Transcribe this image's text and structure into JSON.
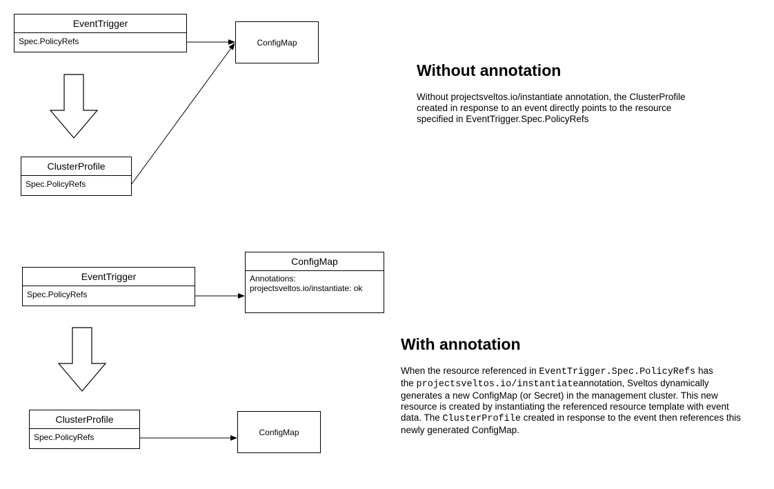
{
  "top": {
    "event_trigger": {
      "title": "EventTrigger",
      "field": "Spec.PolicyRefs"
    },
    "cluster_profile": {
      "title": "ClusterProfile",
      "field": "Spec.PolicyRefs"
    },
    "configmap": {
      "label": "ConfigMap"
    }
  },
  "bottom": {
    "event_trigger": {
      "title": "EventTrigger",
      "field": "Spec.PolicyRefs"
    },
    "configmap_template": {
      "title": "ConfigMap",
      "annotations_label": "Annotations:",
      "annotation": "projectsveltos.io/instantiate: ok"
    },
    "cluster_profile": {
      "title": "ClusterProfile",
      "field": "Spec.PolicyRefs"
    },
    "configmap_generated": {
      "label": "ConfigMap"
    }
  },
  "without": {
    "heading": "Without annotation",
    "line1": "Without projectsveltos.io/instantiate annotation, the ClusterProfile",
    "line2": "created in response to an event directly points to the resource",
    "line3": "specified in EventTrigger.Spec.PolicyRefs"
  },
  "with": {
    "heading": "With annotation",
    "l1_pre": "When the resource referenced in ",
    "l1_code": "EventTrigger.Spec.PolicyRefs",
    "l1_post": " has",
    "l2_pre": "the ",
    "l2_code": "projectsveltos.io/instantiate",
    "l2_post": "annotation, Sveltos dynamically",
    "l3": "generates a new ConfigMap (or Secret) in the management cluster. This new",
    "l4": "resource is created by instantiating the referenced resource template with event",
    "l5_pre": "data. The ",
    "l5_code": "ClusterProfile",
    "l5_post": " created in response to the event then references this",
    "l6": "newly generated ConfigMap."
  }
}
